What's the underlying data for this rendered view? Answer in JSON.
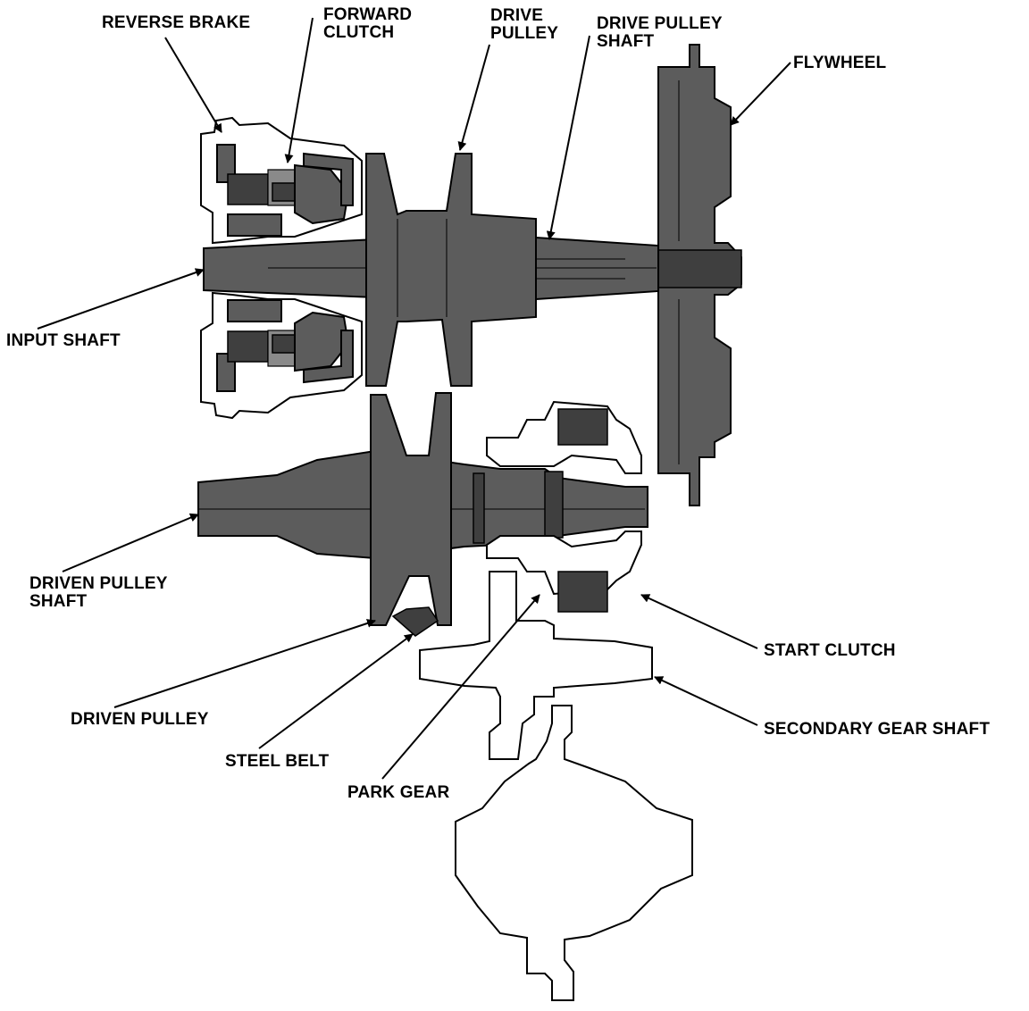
{
  "labels": {
    "reverse_brake": "REVERSE BRAKE",
    "forward_clutch_1": "FORWARD",
    "forward_clutch_2": "CLUTCH",
    "drive_pulley_1": "DRIVE",
    "drive_pulley_2": "PULLEY",
    "drive_pulley_shaft_1": "DRIVE PULLEY",
    "drive_pulley_shaft_2": "SHAFT",
    "flywheel": "FLYWHEEL",
    "input_shaft": "INPUT SHAFT",
    "driven_pulley_shaft_1": "DRIVEN PULLEY",
    "driven_pulley_shaft_2": "SHAFT",
    "start_clutch": "START CLUTCH",
    "driven_pulley": "DRIVEN PULLEY",
    "secondary_gear_shaft": "SECONDARY GEAR SHAFT",
    "steel_belt": "STEEL BELT",
    "park_gear": "PARK GEAR"
  }
}
